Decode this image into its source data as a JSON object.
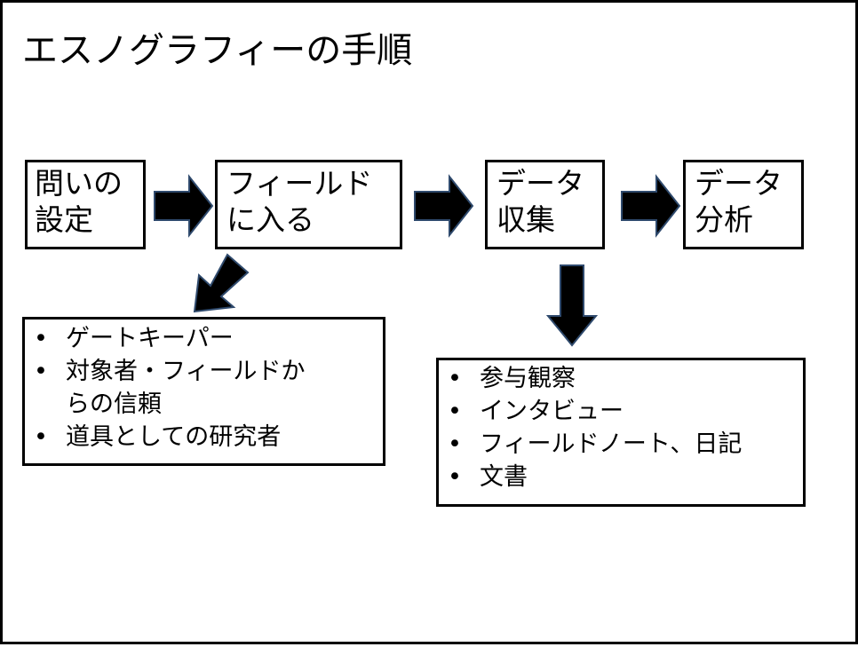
{
  "title": "エスノグラフィーの手順",
  "steps": [
    {
      "lines": [
        "問いの",
        "設定"
      ]
    },
    {
      "lines": [
        "フィールド",
        "に入る"
      ]
    },
    {
      "lines": [
        "データ",
        "収集"
      ]
    },
    {
      "lines": [
        "データ",
        "分析"
      ]
    }
  ],
  "field_points": [
    {
      "lines": [
        "ゲートキーパー"
      ]
    },
    {
      "lines": [
        "対象者・フィールドか",
        "らの信頼"
      ]
    },
    {
      "lines": [
        "道具としての研究者"
      ]
    }
  ],
  "data_methods": [
    {
      "lines": [
        "参与観察"
      ]
    },
    {
      "lines": [
        "インタビュー"
      ]
    },
    {
      "lines": [
        "フィールドノート、日記"
      ]
    },
    {
      "lines": [
        "文書"
      ]
    }
  ],
  "colors": {
    "arrow_fill": "#000000",
    "arrow_stroke": "#2f4a6d"
  }
}
